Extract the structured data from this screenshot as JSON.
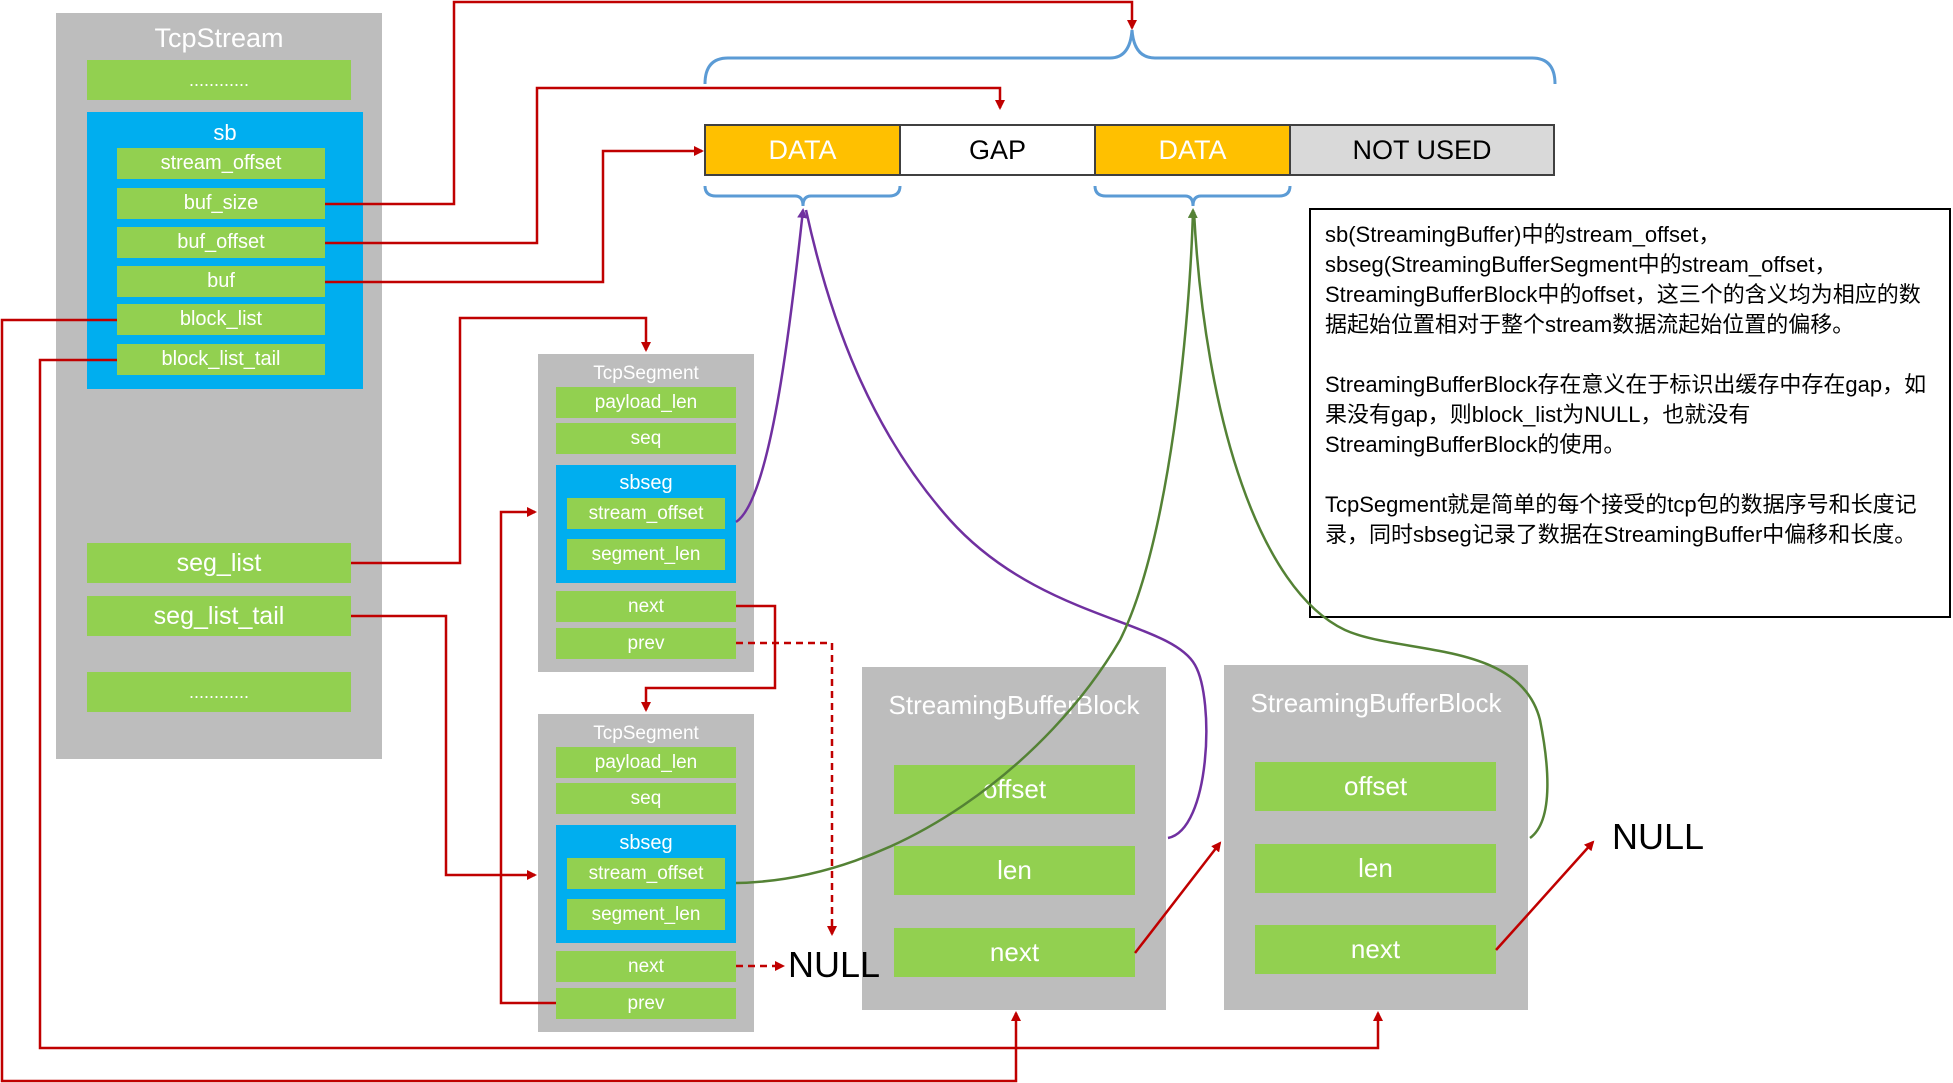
{
  "tcpstream": {
    "title": "TcpStream",
    "ellipsis_top": "............",
    "sb": {
      "title": "sb",
      "fields": [
        "stream_offset",
        "buf_size",
        "buf_offset",
        "buf",
        "block_list",
        "block_list_tail"
      ]
    },
    "seg_list": "seg_list",
    "seg_list_tail": "seg_list_tail",
    "ellipsis_bottom": "............"
  },
  "buffer": {
    "cells": [
      "DATA",
      "GAP",
      "DATA",
      "NOT USED"
    ]
  },
  "segments": [
    {
      "title": "TcpSegment",
      "payload_len": "payload_len",
      "seq": "seq",
      "sbseg_title": "sbseg",
      "stream_offset": "stream_offset",
      "segment_len": "segment_len",
      "next": "next",
      "prev": "prev"
    },
    {
      "title": "TcpSegment",
      "payload_len": "payload_len",
      "seq": "seq",
      "sbseg_title": "sbseg",
      "stream_offset": "stream_offset",
      "segment_len": "segment_len",
      "next": "next",
      "prev": "prev"
    }
  ],
  "blocks": [
    {
      "title": "StreamingBufferBlock",
      "offset": "offset",
      "len": "len",
      "next": "next"
    },
    {
      "title": "StreamingBufferBlock",
      "offset": "offset",
      "len": "len",
      "next": "next"
    }
  ],
  "nulls": [
    "NULL",
    "NULL"
  ],
  "note": {
    "p1": "sb(StreamingBuffer)中的stream_offset，sbseg(StreamingBufferSegment中的stream_offset，StreamingBufferBlock中的offset，这三个的含义均为相应的数据起始位置相对于整个stream数据流起始位置的偏移。",
    "p2": "StreamingBufferBlock存在意义在于标识出缓存中存在gap，如果没有gap，则block_list为NULL，也就没有StreamingBufferBlock的使用。",
    "p3": "TcpSegment就是简单的每个接受的tcp包的数据序号和长度记录，同时sbseg记录了数据在StreamingBuffer中偏移和长度。"
  },
  "colors": {
    "box_gray": "#bdbdbd",
    "field_green": "#92d050",
    "struct_blue": "#00aeef",
    "data_orange": "#ffc000",
    "arrow_red": "#c00000",
    "brace_blue": "#5b9bd5",
    "link_purple": "#7030a0",
    "link_green": "#548235"
  }
}
